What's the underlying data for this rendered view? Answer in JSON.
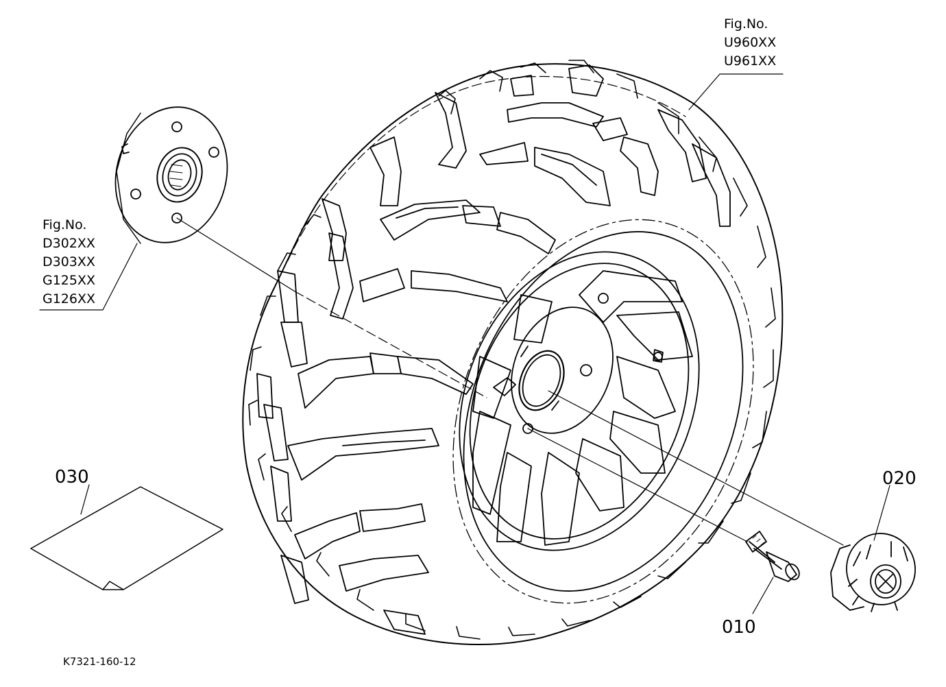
{
  "fig_wheel": {
    "title": "Fig.No.",
    "codes": [
      "U960XX",
      "U961XX"
    ]
  },
  "fig_hub": {
    "title": "Fig.No.",
    "codes": [
      "D302XX",
      "D303XX",
      "G125XX",
      "G126XX"
    ]
  },
  "parts": {
    "p010": "010",
    "p020": "020",
    "p030": "030"
  },
  "drawing_code": "K7321-160-12",
  "colors": {
    "line": "#000000",
    "background": "#ffffff"
  }
}
